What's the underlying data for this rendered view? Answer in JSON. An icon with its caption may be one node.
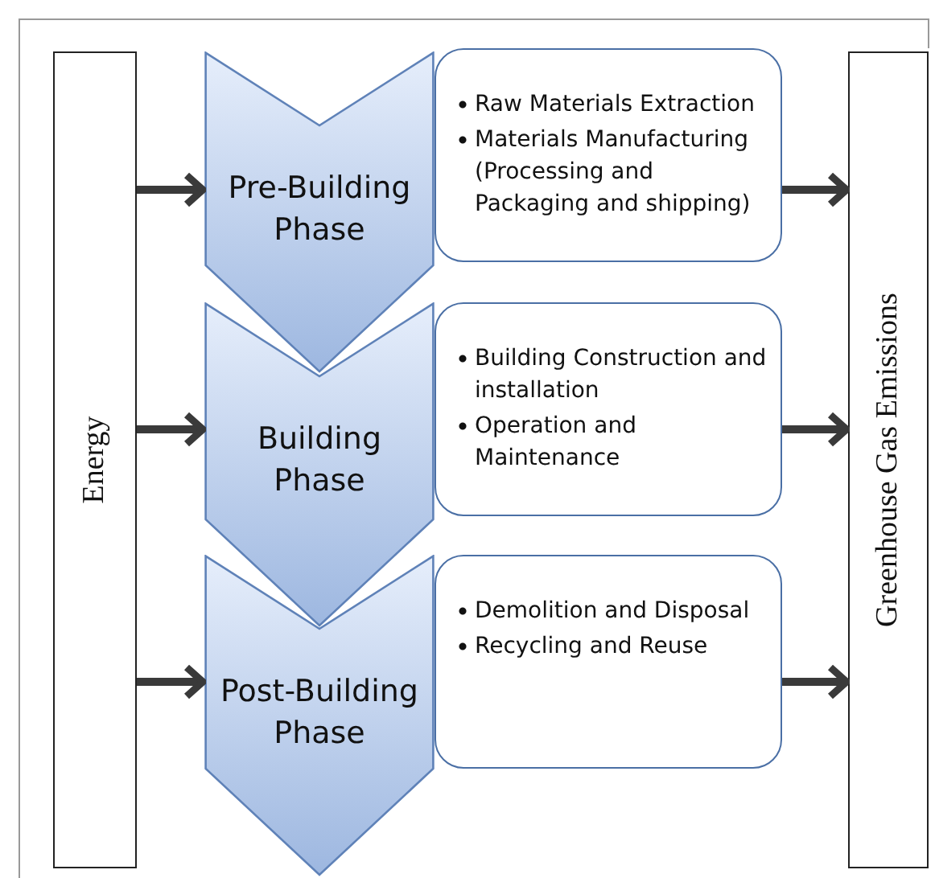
{
  "diagram": {
    "nodes": [
      {
        "text": [
          "Energy"
        ]
      },
      {
        "text": [
          "Pre-Building Phase"
        ]
      },
      {
        "text": [
          "Raw Materials Extraction",
          "Materials Manufacturing (Processing and Packaging and shipping)"
        ]
      },
      {
        "text": [
          "Building Phase"
        ]
      },
      {
        "text": [
          "Building Construction and installation",
          "Operation and Maintenance"
        ]
      },
      {
        "text": [
          "Post-Building Phase"
        ]
      },
      {
        "text": [
          "Demolition and Disposal",
          "Recycling and Reuse"
        ]
      },
      {
        "text": [
          "Greenhouse Gas Emissions"
        ]
      }
    ],
    "edges": [
      {
        "from": 0,
        "to": 1,
        "arrow": "to"
      },
      {
        "from": 0,
        "to": 3,
        "arrow": "to"
      },
      {
        "from": 0,
        "to": 5,
        "arrow": "to"
      },
      {
        "from": 2,
        "to": 7,
        "arrow": "to"
      },
      {
        "from": 4,
        "to": 7,
        "arrow": "to"
      },
      {
        "from": 6,
        "to": 7,
        "arrow": "to"
      }
    ]
  }
}
